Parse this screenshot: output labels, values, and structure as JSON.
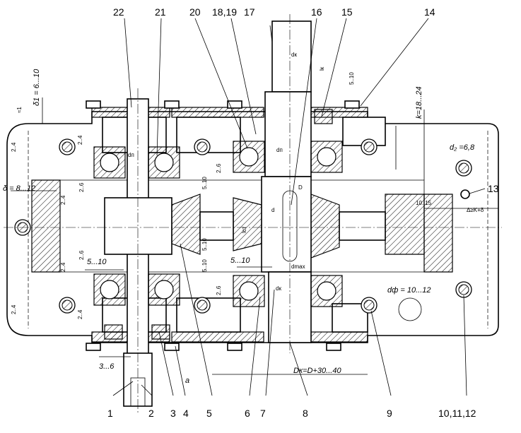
{
  "callouts": {
    "c1": "1",
    "c2": "2",
    "c3": "3",
    "c4": "4",
    "c5": "5",
    "c6": "6",
    "c7": "7",
    "c8": "8",
    "c9": "9",
    "c10": "10,11,12",
    "c13": "13",
    "c14": "14",
    "c15": "15",
    "c16": "16",
    "c17": "17",
    "c1819": "18,19",
    "c20": "20",
    "c21": "21",
    "c22": "22"
  },
  "dimensions": {
    "wall_flange": "δ1 = 6...10",
    "wall_side": "δ = 8...12",
    "rib_height": "k=18...24",
    "bolt_dia_1": "d₂ =6,8",
    "bolt_dia_2": "dф = 10...12",
    "body_dia": "Dк=D+30...40",
    "gap_left": "5...10",
    "gap_right": "5...10",
    "gap_bottom": "3...6",
    "dim_a": "a",
    "clearance": "Δ≥K+δ",
    "dmax": "dmax",
    "bore_dp": "dп",
    "bore_dp2": "dп",
    "bore_dk": "dк",
    "shaft_d": "d",
    "shaft_D": "D",
    "hub_lst": "lст",
    "key_dk": "dк",
    "key_lk": "lк",
    "v510": "5..10",
    "v510b": "5..10",
    "v510c": "5..10",
    "v510d": "5..10",
    "v1015": "10..15",
    "v24a": "2..4",
    "v24b": "2..4",
    "v24c": "2..4",
    "v26a": "2..6",
    "v26b": "2..6",
    "v26c": "2..6",
    "v26d": "2..6",
    "v24d": "2..4",
    "v24e": "2..4",
    "v24f": "2..4",
    "r1": "≈1"
  }
}
